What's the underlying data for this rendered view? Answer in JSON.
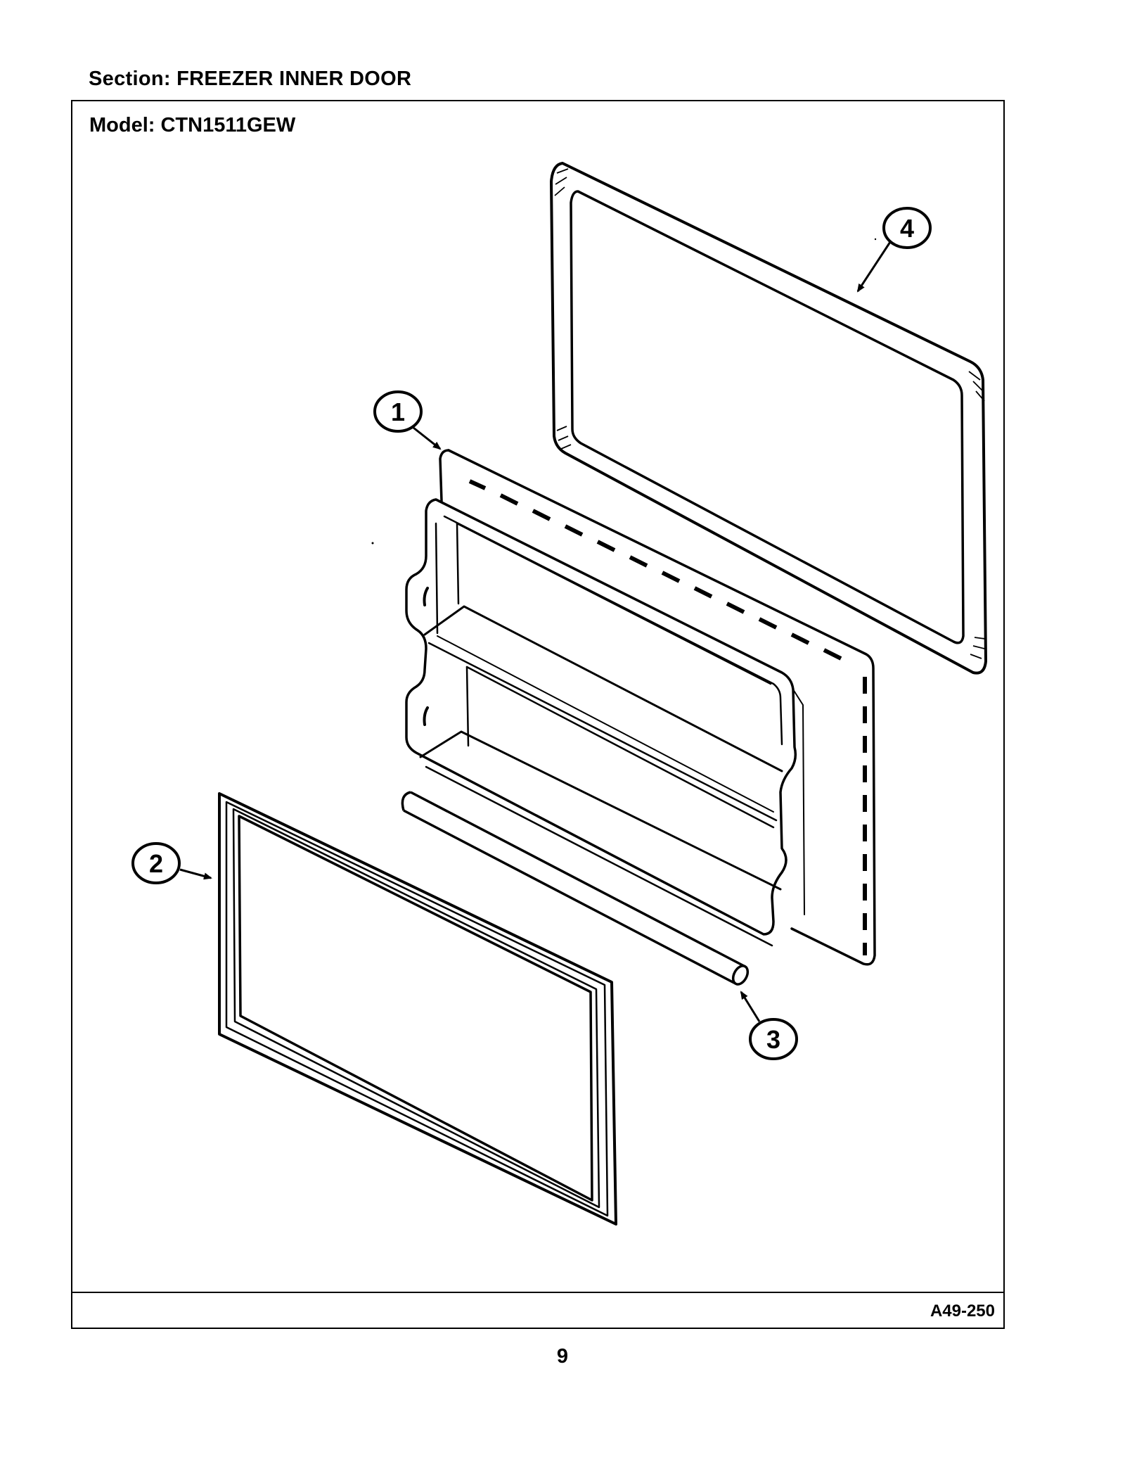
{
  "header": {
    "section_label": "Section:  FREEZER INNER DOOR"
  },
  "frame": {
    "model_label": "Model:  CTN1511GEW",
    "drawing_code": "A49-250"
  },
  "page": {
    "number": "9"
  },
  "callouts": [
    {
      "id": "1",
      "label": "1"
    },
    {
      "id": "2",
      "label": "2"
    },
    {
      "id": "3",
      "label": "3"
    },
    {
      "id": "4",
      "label": "4"
    }
  ]
}
